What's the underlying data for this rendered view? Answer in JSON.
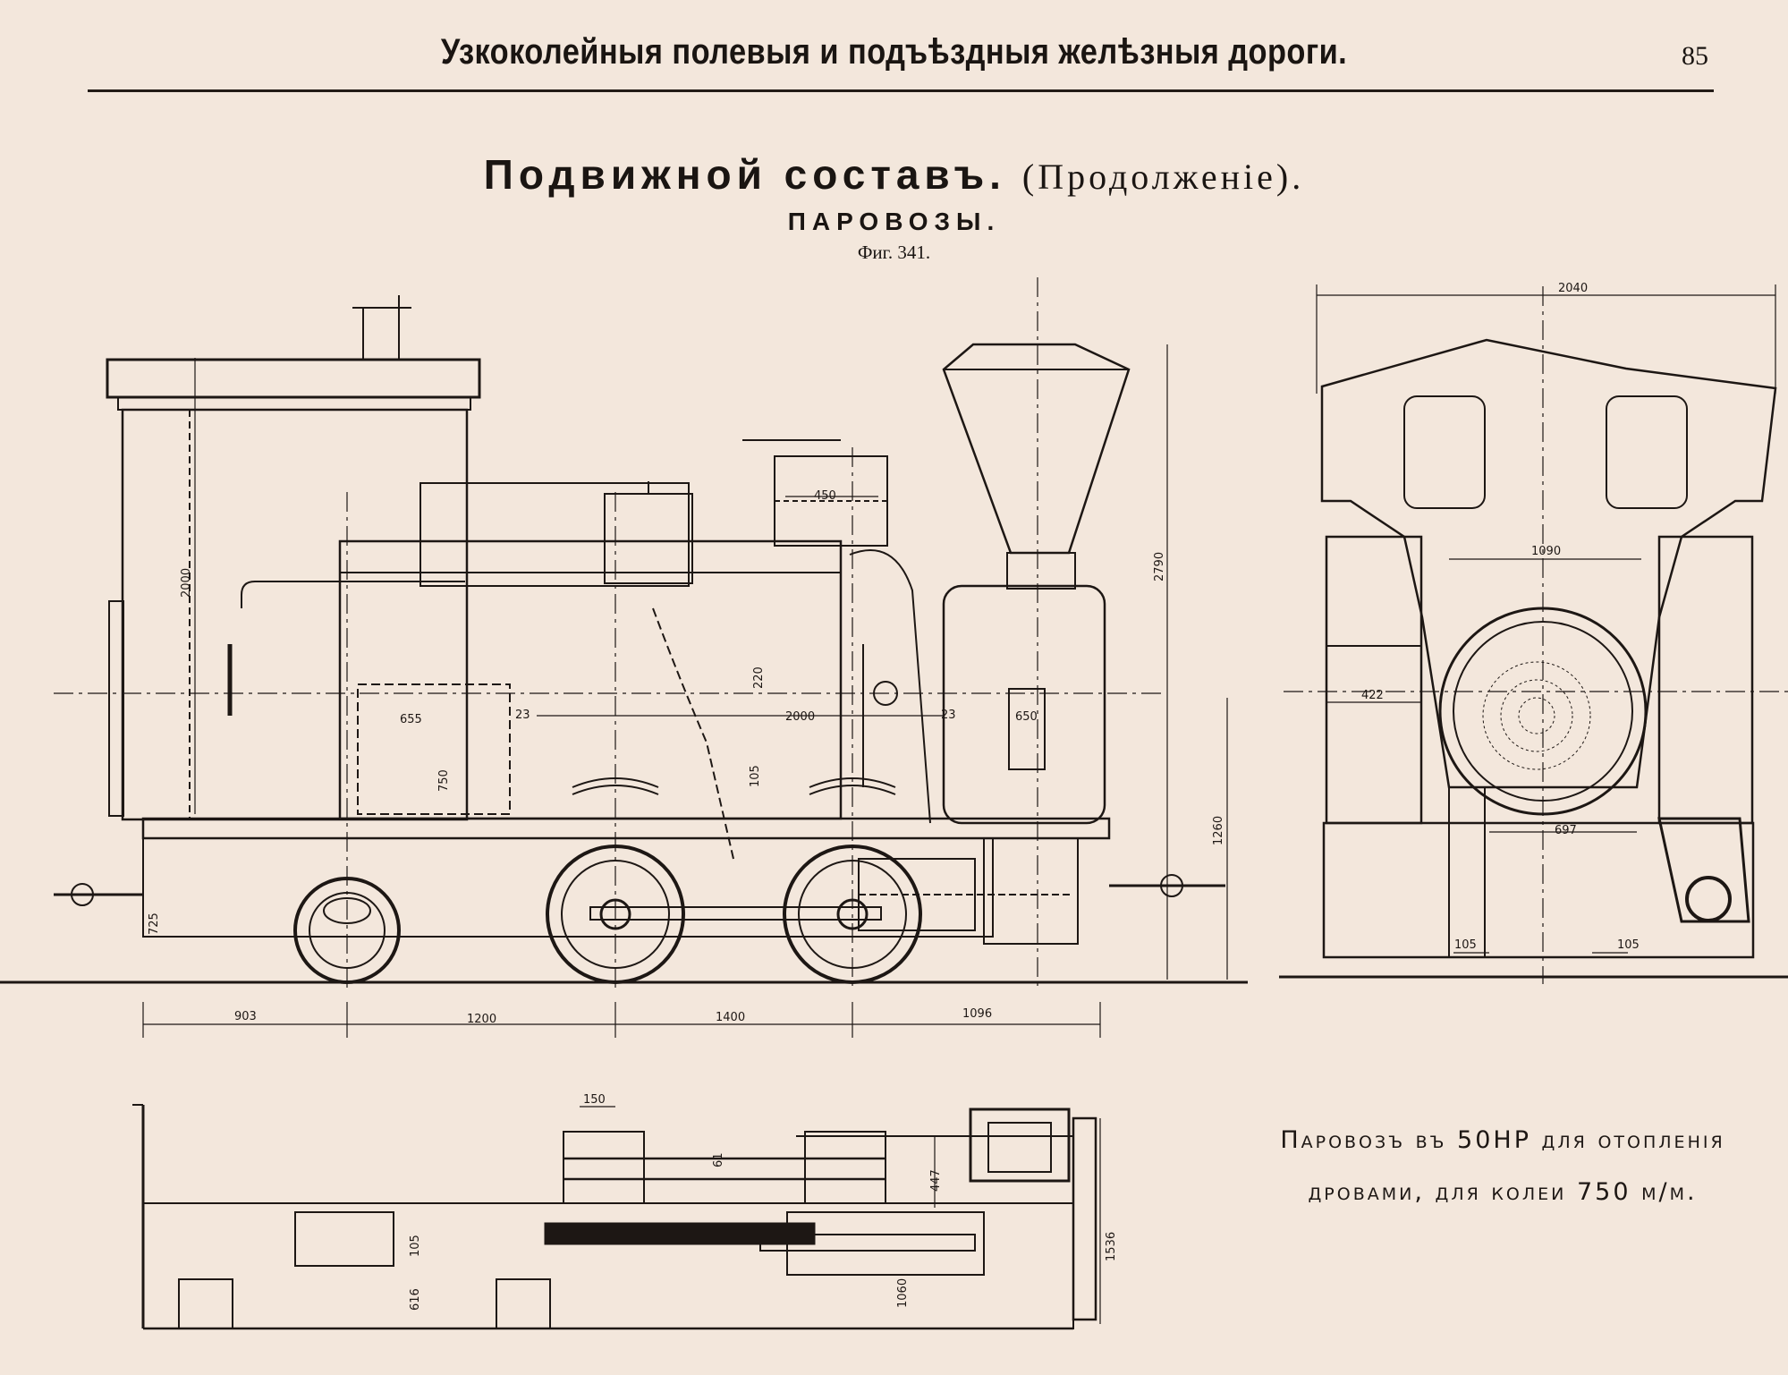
{
  "page": {
    "running_title": "Узкоколейныя полевыя и подъѣздныя желѣзныя дороги.",
    "page_number": "85",
    "section_title": "Подвижной составъ.",
    "section_continuation": "(Продолженіе).",
    "subsection_title": "ПАРОВОЗЫ.",
    "figure_label": "Фиг. 341."
  },
  "caption": {
    "line1": "Паровозъ въ 50HP для отопленія",
    "line2": "дровами, для колеи 750 m/m."
  },
  "dimensions": {
    "side": {
      "d2000": "2000",
      "d2790": "2790",
      "d1260": "1260",
      "d450": "450",
      "d220": "220",
      "d2000b": "2000",
      "d655": "655",
      "d650": "650",
      "d750": "750",
      "d23a": "23",
      "d23b": "23",
      "d105": "105",
      "d725": "725",
      "d903": "903",
      "d1200": "1200",
      "d1400": "1400",
      "d1096": "1096"
    },
    "front": {
      "d2040": "2040",
      "d1090": "1090",
      "d422": "422",
      "d697": "697",
      "d105a": "105",
      "d105b": "105"
    },
    "plan": {
      "d150": "150",
      "d447": "447",
      "d1060": "1060",
      "d1536": "1536",
      "d105": "105",
      "d616": "616",
      "d61": "61"
    }
  },
  "colors": {
    "paper": "#f3e7dc",
    "ink": "#1d1714",
    "faint": "#b7aca3"
  }
}
